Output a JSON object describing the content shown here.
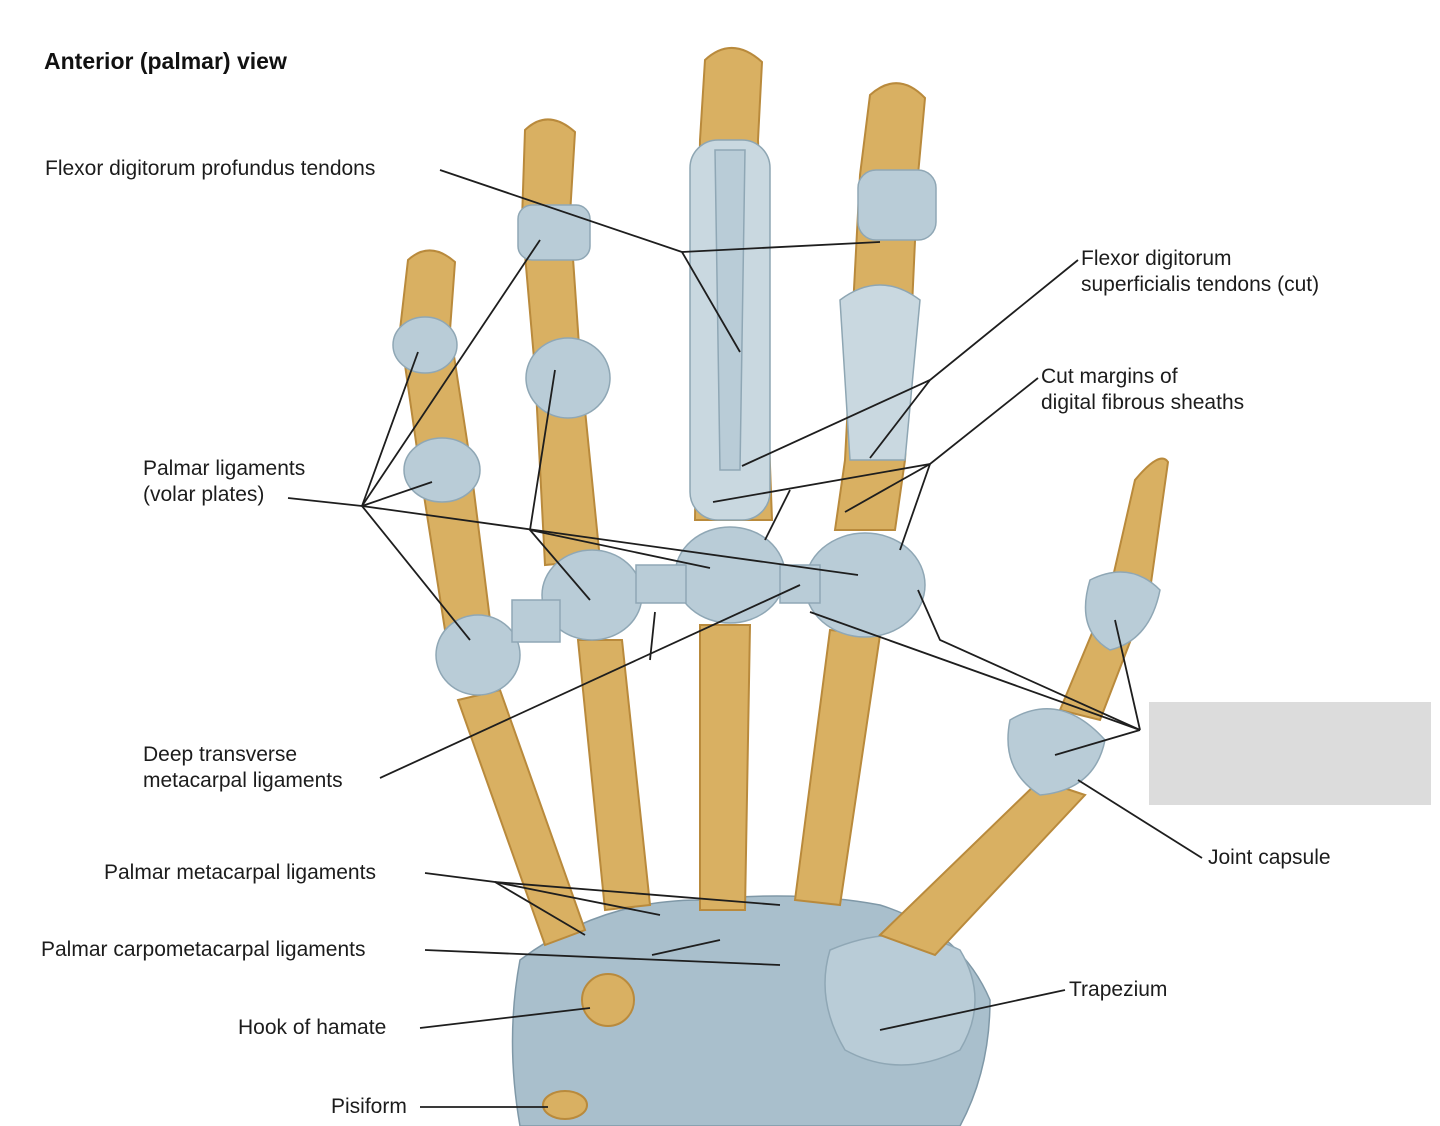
{
  "title": "Anterior (palmar) view",
  "labels": {
    "fdp": "Flexor digitorum profundus tendons",
    "fds_line1": "Flexor digitorum",
    "fds_line2": "superficialis tendons (cut)",
    "cut_line1": "Cut margins of",
    "cut_line2": "digital fibrous sheaths",
    "palmar_lig_line1": "Palmar ligaments",
    "palmar_lig_line2": "(volar plates)",
    "deep_line1": "Deep transverse",
    "deep_line2": "metacarpal ligaments",
    "palmar_metacarpal": "Palmar metacarpal ligaments",
    "palmar_carpometacarpal": "Palmar carpometacarpal ligaments",
    "hamate": "Hook of hamate",
    "pisiform": "Pisiform",
    "joint_capsule": "Joint capsule",
    "trapezium": "Trapezium"
  },
  "colors": {
    "bone": "#d9b062",
    "ligament": "#b9ccd7",
    "hidden_label_box": "#dcdcdc"
  }
}
